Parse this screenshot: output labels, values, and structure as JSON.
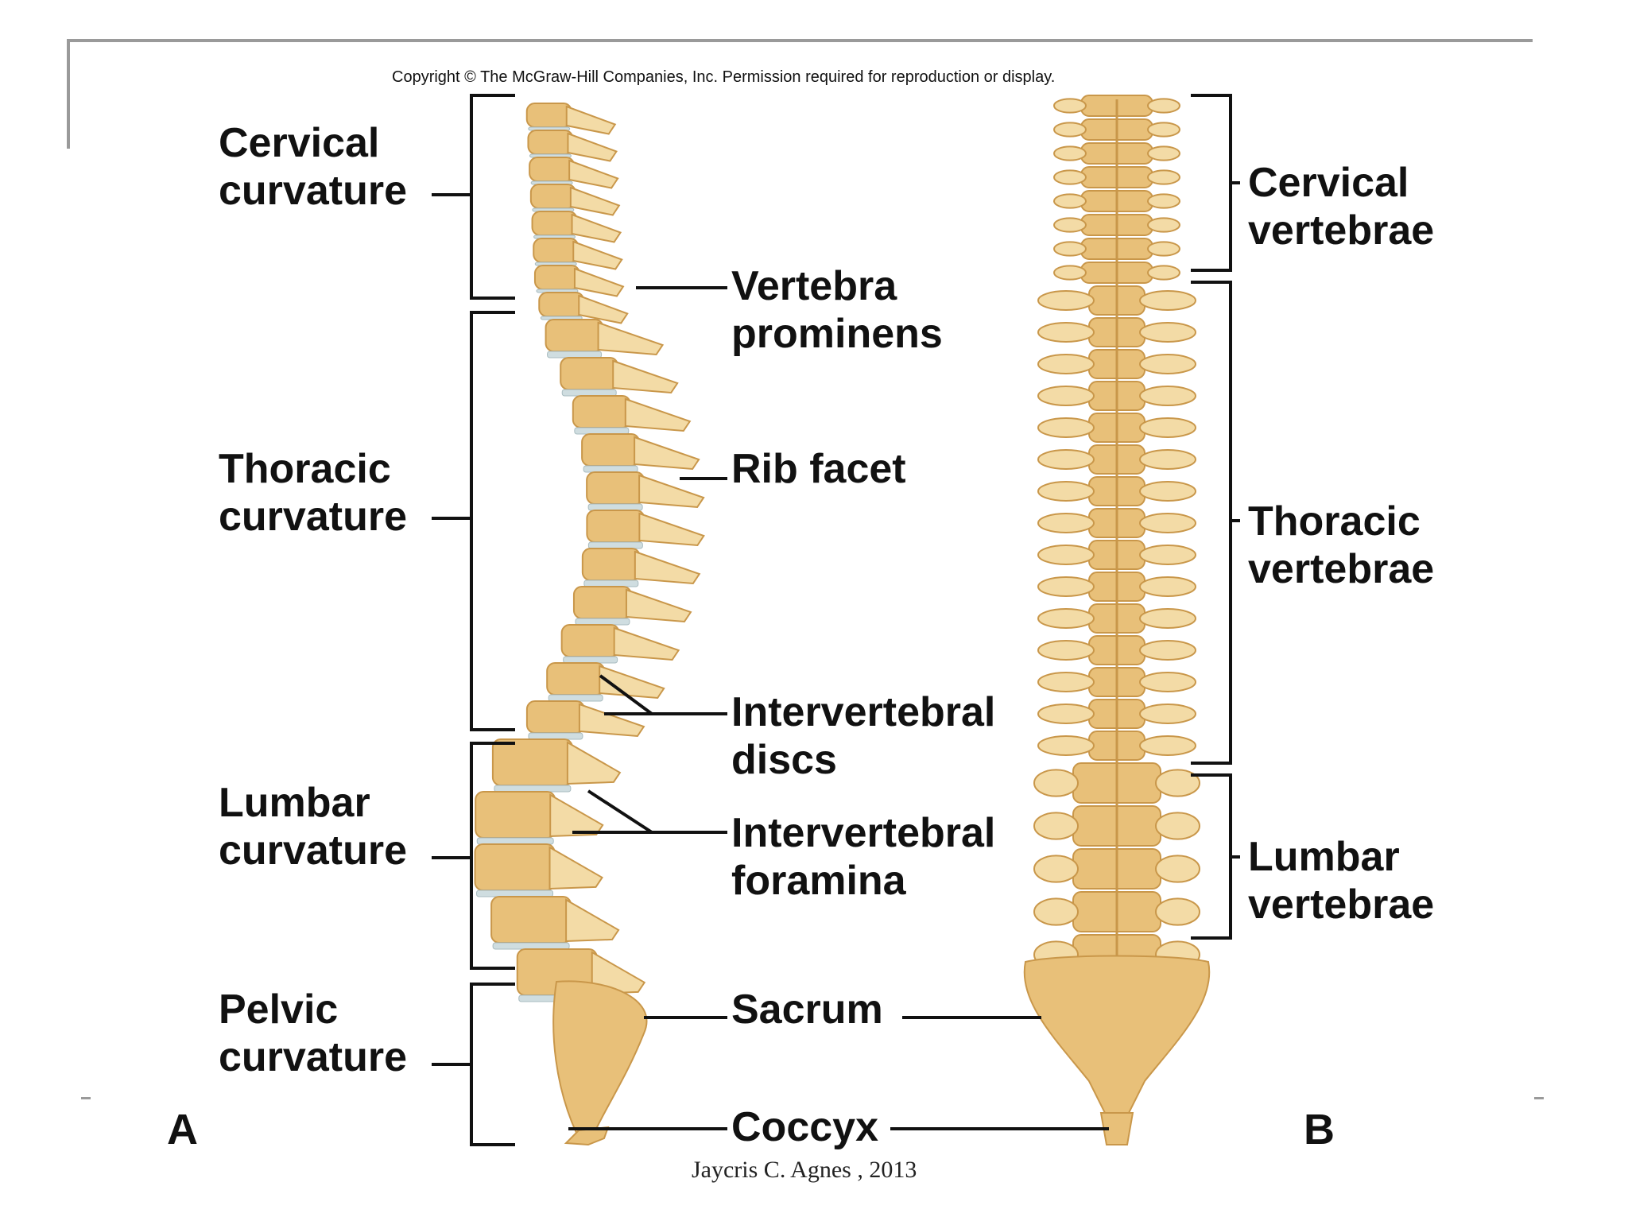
{
  "copyright": "Copyright © The McGraw-Hill Companies, Inc. Permission required for reproduction or display.",
  "panels": {
    "a": "A",
    "b": "B"
  },
  "left_labels": {
    "cervical": [
      "Cervical",
      "curvature"
    ],
    "thoracic": [
      "Thoracic",
      "curvature"
    ],
    "lumbar": [
      "Lumbar",
      "curvature"
    ],
    "pelvic": [
      "Pelvic",
      "curvature"
    ]
  },
  "middle_labels": {
    "vertebra_prominens": [
      "Vertebra",
      "prominens"
    ],
    "rib_facet": [
      "Rib facet"
    ],
    "intervertebral_discs": [
      "Intervertebral",
      "discs"
    ],
    "intervertebral_foramina": [
      "Intervertebral",
      "foramina"
    ],
    "sacrum": [
      "Sacrum"
    ],
    "coccyx": [
      "Coccyx"
    ]
  },
  "right_labels": {
    "cervical": [
      "Cervical",
      "vertebrae"
    ],
    "thoracic": [
      "Thoracic",
      "vertebrae"
    ],
    "lumbar": [
      "Lumbar",
      "vertebrae"
    ]
  },
  "footer": "Jaycris C. Agnes , 2013",
  "colors": {
    "bone": "#e8c079",
    "bone_dark": "#c9974a",
    "bone_light": "#f3dba6",
    "disc": "#cfdde0",
    "line": "#111111",
    "frame": "#9a9a9a"
  }
}
